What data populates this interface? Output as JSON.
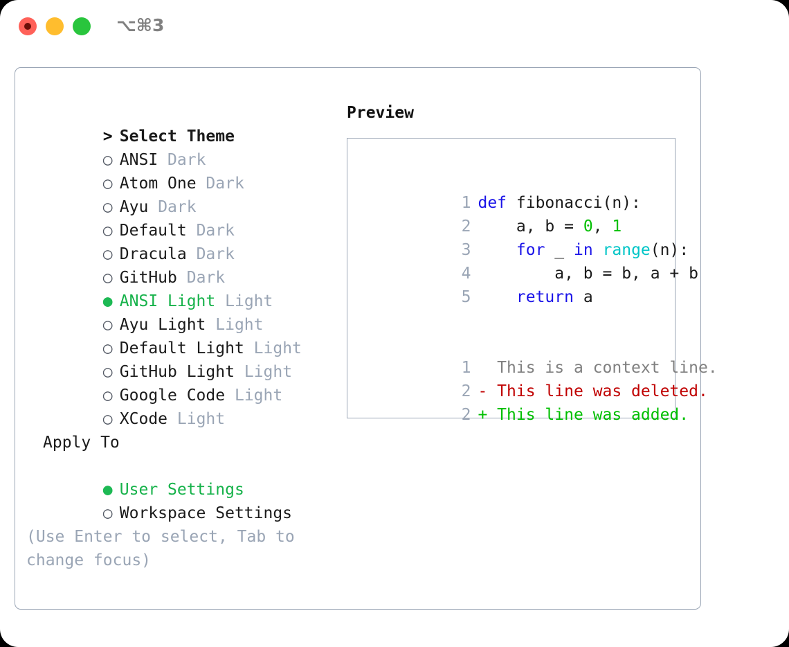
{
  "titlebar": {
    "shortcut": "⌥⌘3",
    "buttons": [
      {
        "name": "close",
        "color": "#ff6159"
      },
      {
        "name": "minimize",
        "color": "#ffbd2e"
      },
      {
        "name": "maximize",
        "color": "#29c53d"
      }
    ]
  },
  "theme_picker": {
    "heading": {
      "marker": ">",
      "label": "Select Theme"
    },
    "items": [
      {
        "marker": "○",
        "label": "ANSI",
        "variant": "Dark",
        "selected": false
      },
      {
        "marker": "○",
        "label": "Atom One",
        "variant": "Dark",
        "selected": false
      },
      {
        "marker": "○",
        "label": "Ayu",
        "variant": "Dark",
        "selected": false
      },
      {
        "marker": "○",
        "label": "Default",
        "variant": "Dark",
        "selected": false
      },
      {
        "marker": "○",
        "label": "Dracula",
        "variant": "Dark",
        "selected": false
      },
      {
        "marker": "○",
        "label": "GitHub",
        "variant": "Dark",
        "selected": false
      },
      {
        "marker": "●",
        "label": "ANSI Light",
        "variant": "Light",
        "selected": true
      },
      {
        "marker": "○",
        "label": "Ayu Light",
        "variant": "Light",
        "selected": false
      },
      {
        "marker": "○",
        "label": "Default Light",
        "variant": "Light",
        "selected": false
      },
      {
        "marker": "○",
        "label": "GitHub Light",
        "variant": "Light",
        "selected": false
      },
      {
        "marker": "○",
        "label": "Google Code",
        "variant": "Light",
        "selected": false
      },
      {
        "marker": "○",
        "label": "XCode",
        "variant": "Light",
        "selected": false
      }
    ]
  },
  "apply_to": {
    "title": "Apply To",
    "options": [
      {
        "marker": "●",
        "label": "User Settings",
        "selected": true
      },
      {
        "marker": "○",
        "label": "Workspace Settings",
        "selected": false
      }
    ]
  },
  "hint": "(Use Enter to select, Tab to change focus)",
  "preview": {
    "title": "Preview",
    "code_lines": [
      {
        "number": "1",
        "tokens": [
          {
            "text": "def ",
            "kind": "kw"
          },
          {
            "text": "fibonacci(n):",
            "kind": "plain"
          }
        ]
      },
      {
        "number": "2",
        "tokens": [
          {
            "text": "    a, b = ",
            "kind": "plain"
          },
          {
            "text": "0",
            "kind": "num"
          },
          {
            "text": ", ",
            "kind": "plain"
          },
          {
            "text": "1",
            "kind": "num"
          }
        ]
      },
      {
        "number": "3",
        "tokens": [
          {
            "text": "    ",
            "kind": "plain"
          },
          {
            "text": "for",
            "kind": "kw"
          },
          {
            "text": " _ ",
            "kind": "plain"
          },
          {
            "text": "in",
            "kind": "kw"
          },
          {
            "text": " ",
            "kind": "plain"
          },
          {
            "text": "range",
            "kind": "fn"
          },
          {
            "text": "(n):",
            "kind": "plain"
          }
        ]
      },
      {
        "number": "4",
        "tokens": [
          {
            "text": "        a, b = b, a + b",
            "kind": "plain"
          }
        ]
      },
      {
        "number": "5",
        "tokens": [
          {
            "text": "    ",
            "kind": "plain"
          },
          {
            "text": "return",
            "kind": "kw"
          },
          {
            "text": " a",
            "kind": "plain"
          }
        ]
      }
    ],
    "diff_lines": [
      {
        "number": "1",
        "text": "  This is a context line.",
        "kind": "ctx"
      },
      {
        "number": "2",
        "text": "- This line was deleted.",
        "kind": "del"
      },
      {
        "number": "2",
        "text": "+ This line was added.",
        "kind": "add"
      }
    ]
  },
  "colors": {
    "accent_green": "#16b24a",
    "muted": "#9aa5b5",
    "keyword": "#1a13e8",
    "function": "#00c5c7",
    "number": "#00bf00",
    "deleted": "#c00000",
    "added": "#00bf00",
    "border": "#9aa5b5"
  }
}
